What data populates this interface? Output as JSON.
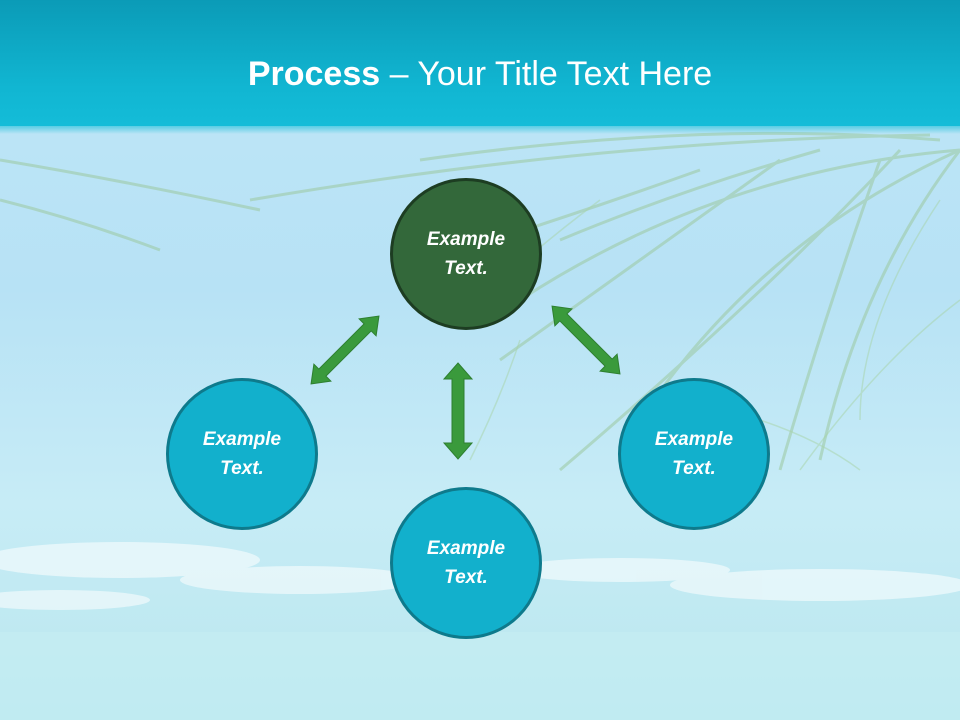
{
  "title": {
    "bold": "Process",
    "rest": " – Your Title Text Here"
  },
  "nodes": {
    "top": {
      "line1": "Example",
      "line2": "Text."
    },
    "left": {
      "line1": "Example",
      "line2": "Text."
    },
    "bottom": {
      "line1": "Example",
      "line2": "Text."
    },
    "right": {
      "line1": "Example",
      "line2": "Text."
    }
  },
  "colors": {
    "header": "#11b6d2",
    "center_node": "#33683a",
    "outer_node": "#12b0cc",
    "arrow": "#3a9a3c"
  },
  "icons": {
    "arrows": [
      "double-arrow-icon",
      "double-arrow-icon",
      "double-arrow-icon"
    ]
  }
}
